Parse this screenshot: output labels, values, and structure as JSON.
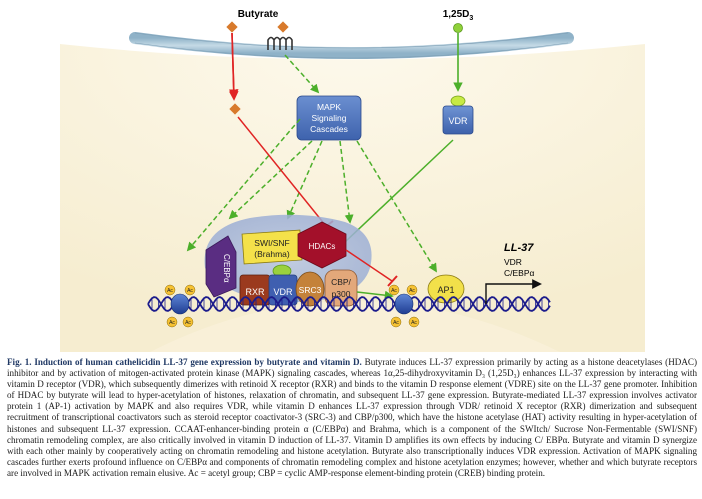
{
  "figure": {
    "ligand_butyrate": "Butyrate",
    "ligand_vitd": "1,25D",
    "ligand_vitd_sub": "3",
    "mapk": [
      "MAPK",
      "Signaling",
      "Cascades"
    ],
    "vdr_receptor": "VDR",
    "swi_snf": [
      "SWI/SNF",
      "(Brahma)"
    ],
    "hdac": "HDACs",
    "cebpa": "C/EBPα",
    "rxr": "RXR",
    "vdr": "VDR",
    "src3": "SRC3",
    "cbp": [
      "CBP/",
      "p300"
    ],
    "ap1": "AP1",
    "acetyl": "Ac",
    "gene_title": "LL-37",
    "gene_sub": [
      "VDR",
      "C/EBPα"
    ]
  },
  "caption": {
    "title": "Fig. 1. Induction of human cathelicidin LL-37 gene expression by butyrate and vitamin D.",
    "text": "Butyrate induces LL-37 expression primarily by acting as a histone deacetylases (HDAC) inhibitor and by activation of mitogen-activated protein kinase (MAPK) signaling cascades, whereas 1α,25-dihydroxyvitamin D₃ (1,25D₃) enhances LL-37 expression by interacting with vitamin D receptor (VDR), which subsequently dimerizes with retinoid X receptor (RXR) and binds to the vitamin D response element (VDRE) site on the LL-37 gene promoter. Inhibition of HDAC by butyrate will lead to hyper-acetylation of histones, relaxation of chromatin, and subsequent LL-37 gene expression. Butyrate-mediated LL-37 expression involves activator protein 1 (AP-1) activation by MAPK and also requires VDR, while vitamin D enhances LL-37 expression through VDR/ retinoid X receptor (RXR) dimerization and subsequent recruitment of transcriptional coactivators such as steroid receptor coactivator-3 (SRC-3) and CBP/p300, which have the histone acetylase (HAT) activity resulting in hyper-acetylation of histones and subsequent LL-37 expression. CCAAT-enhancer-binding protein α (C/EBPα) and Brahma, which is a component of the SWItch/ Sucrose Non-Fermentable (SWI/SNF) chromatin remodeling complex, are also critically involved in vitamin D induction of LL-37. Vitamin D amplifies its own effects by inducing C/ EBPα. Butyrate and vitamin D synergize with each other mainly by cooperatively acting on chromatin remodeling and histone acetylation. Butyrate also transcriptionally induces VDR expression. Activation of MAPK signaling cascades further exerts profound influence on C/EBPα and components of chromatin remodeling complex and histone acetylation enzymes; however, whether and which butyrate receptors are involved in MAPK activation remain elusive. Ac = acetyl group; CBP = cyclic AMP-response element-binding protein (CREB) binding protein."
  }
}
